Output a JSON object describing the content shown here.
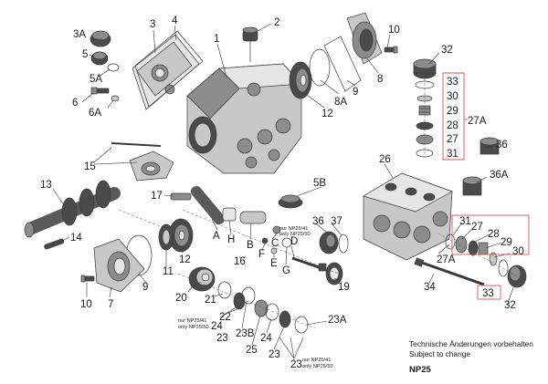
{
  "labels": {
    "l_3A": "3A",
    "l_3": "3",
    "l_4": "4",
    "l_2": "2",
    "l_1": "1",
    "l_10a": "10",
    "l_32a": "32",
    "l_5": "5",
    "l_5A": "5A",
    "l_6": "6",
    "l_6A": "6A",
    "l_12a": "12",
    "l_8A": "8A",
    "l_9a": "9",
    "l_8": "8",
    "l_33a": "33",
    "l_30a": "30",
    "l_29a": "29",
    "l_28a": "28",
    "l_27a": "27",
    "l_31a": "31",
    "l_27A_top": "27A",
    "l_36a": "36",
    "l_36A": "36A",
    "l_26": "26",
    "l_15": "15",
    "l_5B": "5B",
    "l_13": "13",
    "l_17": "17",
    "l_A": "A",
    "l_B": "B",
    "l_H": "H",
    "l_C": "C",
    "l_F": "F",
    "l_G": "G",
    "l_E": "E",
    "l_D": "D",
    "l_36b": "36",
    "l_37": "37",
    "l_14": "14",
    "l_12b": "12",
    "l_11": "11",
    "l_9b": "9",
    "l_16": "16",
    "l_19": "19",
    "l_31b": "31",
    "l_27b": "27",
    "l_28b": "28",
    "l_29b": "29",
    "l_30b": "30",
    "l_27A_low": "27A",
    "l_34": "34",
    "l_33b": "33",
    "l_32b": "32",
    "l_10b": "10",
    "l_7": "7",
    "l_20": "20",
    "l_21": "21",
    "l_22": "22",
    "l_24a": "24",
    "l_23a": "23",
    "l_23B": "23B",
    "l_25": "25",
    "l_24b": "24",
    "l_23b": "23",
    "l_23A": "23A",
    "l_23c": "23"
  },
  "notes": {
    "nur_a": "nur NP25/41",
    "only_a": "only NP25/50",
    "nur_b": "nur NP25/41",
    "only_b": "only NP25/50",
    "nur_c": "nur NP25/41",
    "only_c": "only NP25/50",
    "tech_de": "Technische Änderungen vorbehalten",
    "tech_en": "Subject to change",
    "model": "NP25"
  },
  "colors": {
    "highlight_box": "#d9534f",
    "line": "#333333"
  }
}
